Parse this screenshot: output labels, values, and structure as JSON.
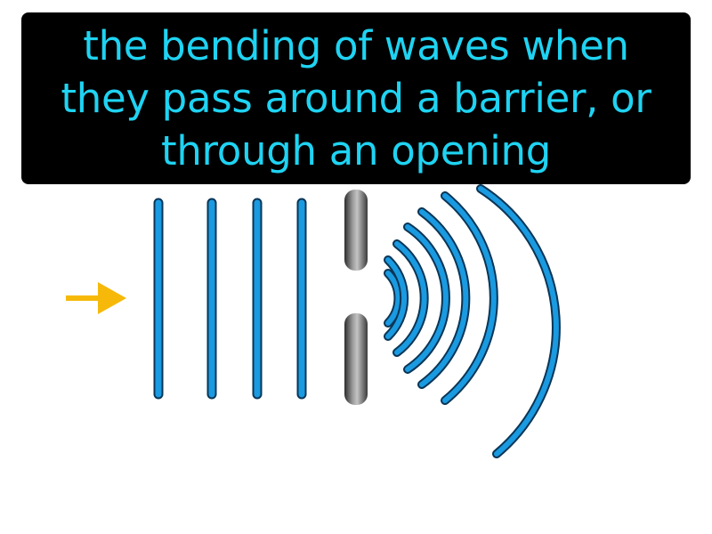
{
  "definition": {
    "lines": [
      "the bending of waves when",
      "they pass around a barrier, or",
      "through an opening"
    ]
  },
  "colors": {
    "text": "#1fd3f2",
    "box": "#000000",
    "wave": "#1a9ae0",
    "wave_edge": "#0a3556",
    "arrow": "#f6b90a",
    "barrier_light": "#bdbdbd",
    "barrier_dark": "#3a3a3a"
  },
  "icons": {
    "direction": "arrow-right-icon"
  }
}
